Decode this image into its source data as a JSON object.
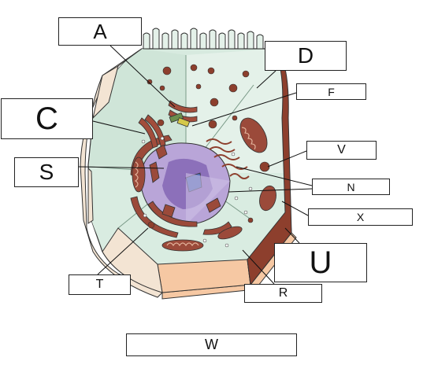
{
  "labels": {
    "A": "A",
    "D": "D",
    "F": "F",
    "C": "C",
    "V": "V",
    "S": "S",
    "N": "N",
    "X": "X",
    "U": "U",
    "T": "T",
    "R": "R",
    "W": "W"
  },
  "colors": {
    "cytoplasm": "#d7eadf",
    "cytoplasm_light": "#e4f1e9",
    "membrane_dark": "#8d3f2d",
    "organelle": "#9b4a3a",
    "organelle_inner": "#c9836b",
    "nucleus": "#b9a5d8",
    "nucleus_dark": "#7e5fb0",
    "nucleolus": "#4e6bb5",
    "cell_wall_front": "#f6c8a3",
    "cell_wall_side": "#f3e4d3"
  }
}
